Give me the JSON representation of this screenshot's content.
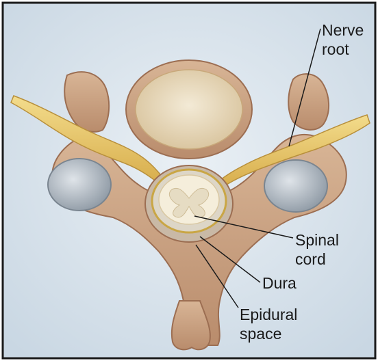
{
  "labels": {
    "nerve_root": [
      "Nerve",
      "root"
    ],
    "spinal_cord": [
      "Spinal",
      "cord"
    ],
    "dura": "Dura",
    "epidural_space": [
      "Epidural",
      "space"
    ]
  },
  "colors": {
    "background": "#dbe6ef",
    "bone": "#caa07f",
    "bone_dark": "#9c6e52",
    "nerve": "#e9c86a",
    "disc": "#efe3c8",
    "cord": "#f4ecd2",
    "joint": "#b9c2cb",
    "frame": "#1a1a1a"
  }
}
